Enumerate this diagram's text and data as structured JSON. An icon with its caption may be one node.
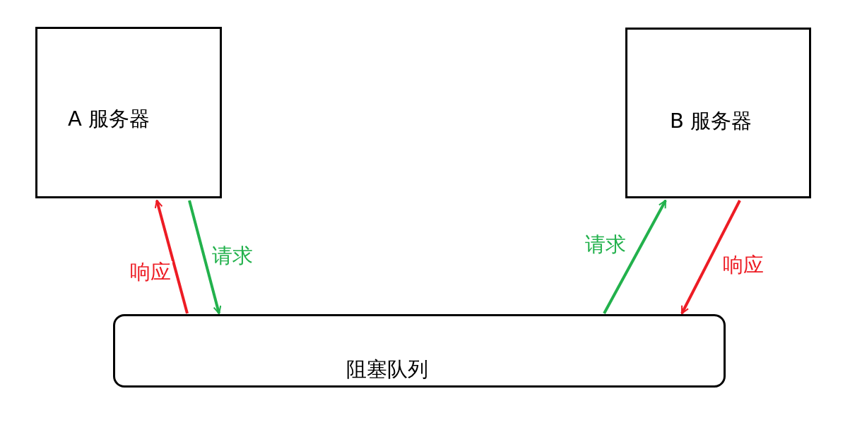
{
  "diagram": {
    "nodes": [
      {
        "text": [
          "A 服务器"
        ]
      },
      {
        "text": [
          "B 服务器"
        ]
      },
      {
        "text": [
          "阻塞队列"
        ]
      }
    ],
    "edges": [
      {
        "from": 2,
        "to": 0,
        "arrow": "to",
        "label": "响应",
        "color": "#ed1c24"
      },
      {
        "from": 0,
        "to": 2,
        "arrow": "to",
        "label": "请求",
        "color": "#22b14c"
      },
      {
        "from": 2,
        "to": 1,
        "arrow": "to",
        "label": "请求",
        "color": "#22b14c"
      },
      {
        "from": 1,
        "to": 2,
        "arrow": "to",
        "label": "响应",
        "color": "#ed1c24"
      }
    ]
  }
}
